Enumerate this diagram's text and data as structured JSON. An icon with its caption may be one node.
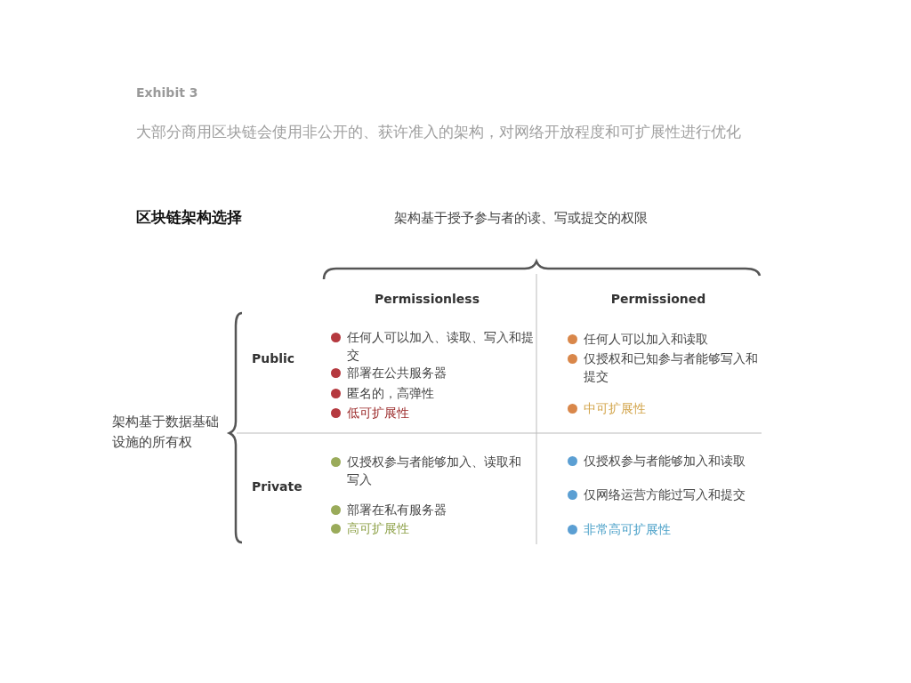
{
  "diagram": {
    "title": "大部分商用区块链会使用非公开的、获许准入的架构，对网络开放程度和可扩展性进行优化",
    "nodes": [
      {
        "text": [
          "任何人可以加入、读取、写入和提交",
          "部署在公共服务器",
          "匿名的，高弹性",
          "低可扩展性"
        ]
      },
      {
        "text": [
          "任何人可以加入和读取",
          "仅授权和已知参与者能够写入和提交",
          "中可扩展性"
        ]
      },
      {
        "text": [
          "仅授权参与者能够加入、读取和写入",
          "部署在私有服务器",
          "高可扩展性"
        ]
      },
      {
        "text": [
          "仅授权参与者能够加入和读取",
          "仅网络运营方能过写入和提交",
          "非常高可扩展性"
        ]
      }
    ],
    "edges": [],
    "labels": [
      "Exhibit 3",
      "区块链架构选择",
      "架构基于授予参与者的读、写或提交的权限",
      "Permissionless",
      "Permissioned",
      "架构基于数据基础设施的所有权",
      "Public",
      "Private"
    ]
  }
}
